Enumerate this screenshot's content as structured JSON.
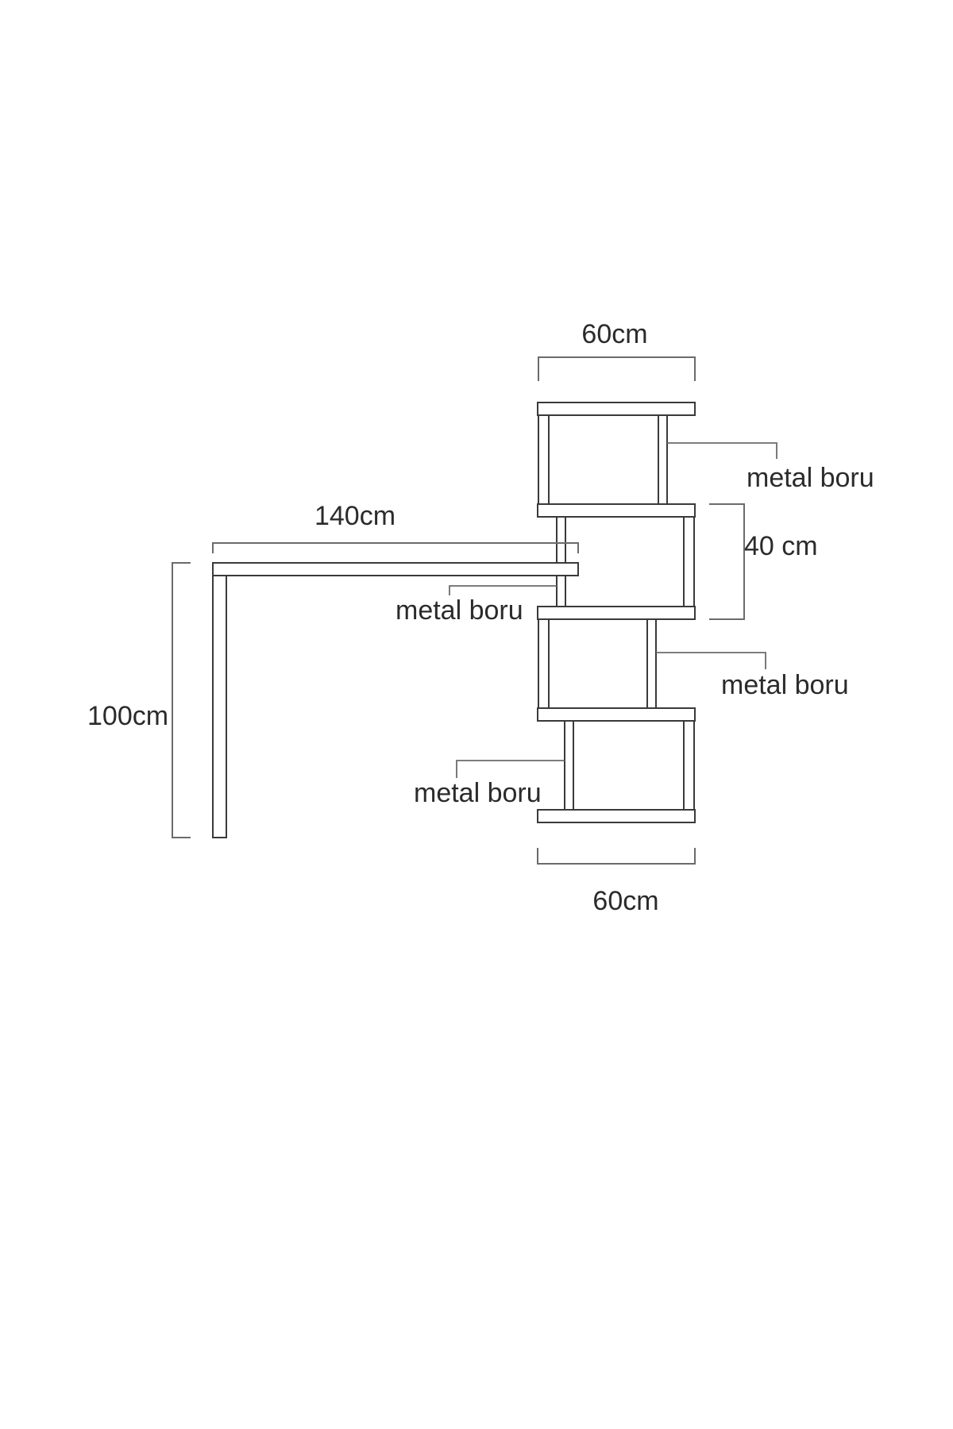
{
  "dimensions": {
    "top_width": "60cm",
    "desk_length": "140cm",
    "desk_height": "100cm",
    "shelf_spacing": "40 cm",
    "bottom_width": "60cm"
  },
  "callouts": {
    "pipe_upper_right": "metal boru",
    "pipe_desk_joint": "metal boru",
    "pipe_middle_right": "metal boru",
    "pipe_lower_left": "metal boru"
  }
}
